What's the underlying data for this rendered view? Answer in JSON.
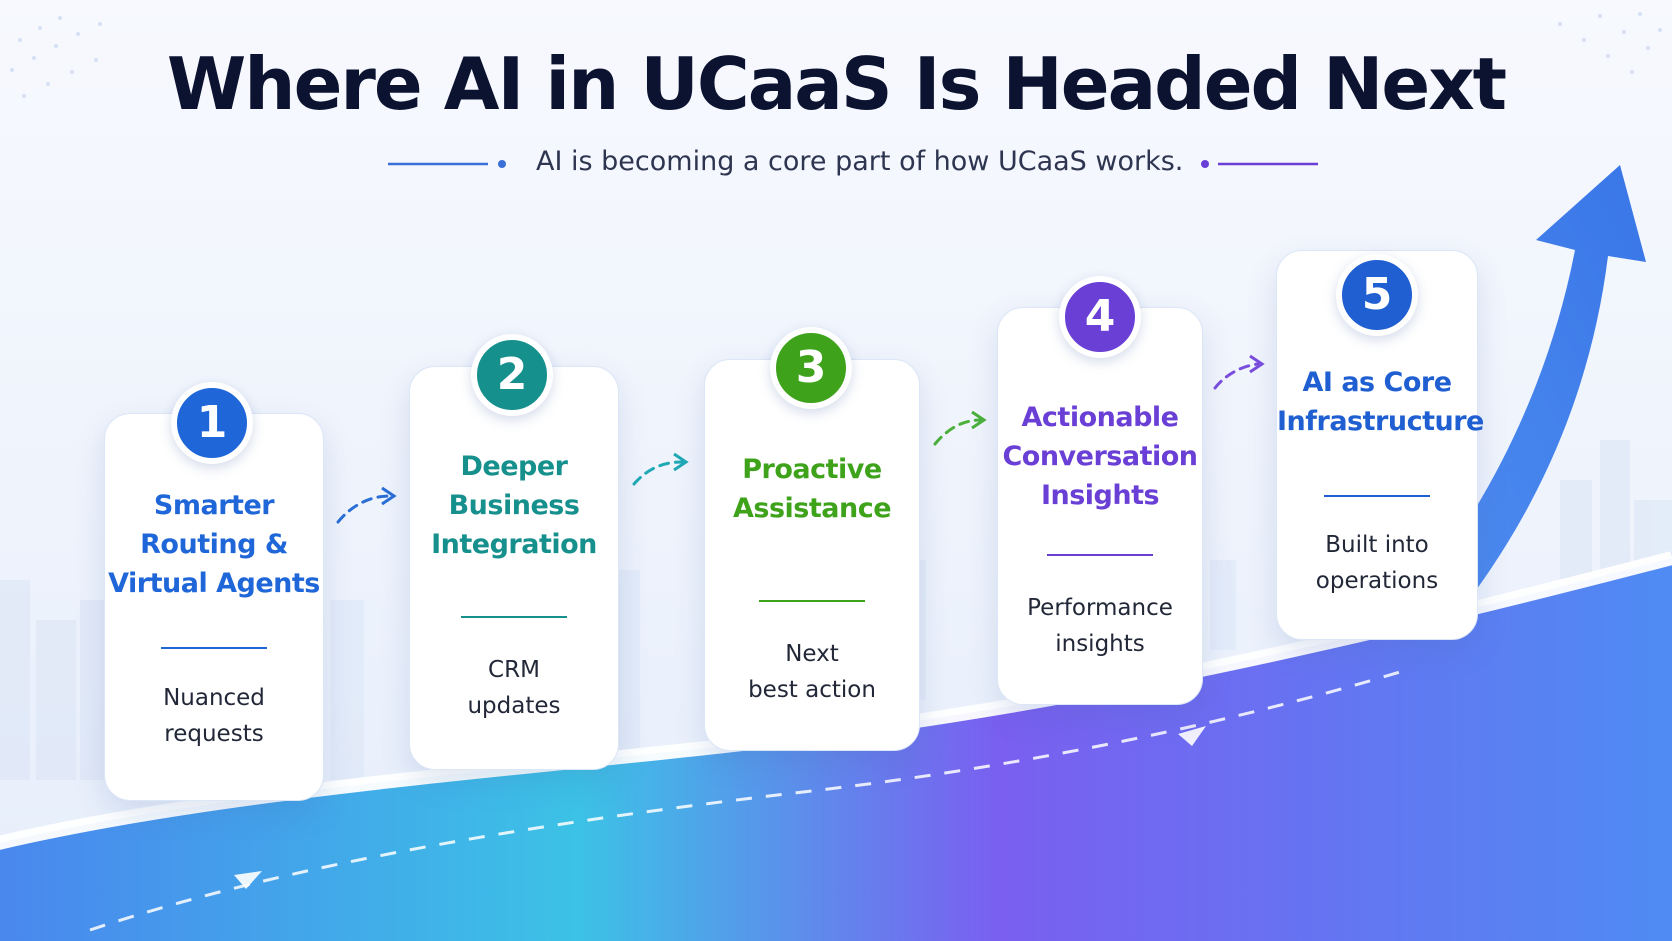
{
  "title": "Where AI in UCaaS Is Headed Next",
  "subtitle": "AI is becoming a core part of how UCaaS works.",
  "colors": {
    "navy": "#0c1330",
    "blue": "#1f66d9",
    "teal": "#16908d",
    "green": "#3ea31b",
    "purple": "#6a3fd6",
    "royal_blue": "#1f5fd1"
  },
  "steps": [
    {
      "number": "1",
      "title": "Smarter\nRouting &\nVirtual Agents",
      "description": "Nuanced\nrequests",
      "color": "#1f66d9"
    },
    {
      "number": "2",
      "title": "Deeper\nBusiness\nIntegration",
      "description": "CRM\nupdates",
      "color": "#16908d"
    },
    {
      "number": "3",
      "title": "Proactive\nAssistance",
      "description": "Next\nbest action",
      "color": "#3ea31b"
    },
    {
      "number": "4",
      "title": "Actionable\nConversation\nInsights",
      "description": "Performance\ninsights",
      "color": "#6a3fd6"
    },
    {
      "number": "5",
      "title": "AI as Core\nInfrastructure",
      "description": "Built into\noperations",
      "color": "#1f5fd1"
    }
  ],
  "icons": [
    "step-arrow-icon",
    "growth-arrow-icon",
    "path-arrow-icon"
  ]
}
